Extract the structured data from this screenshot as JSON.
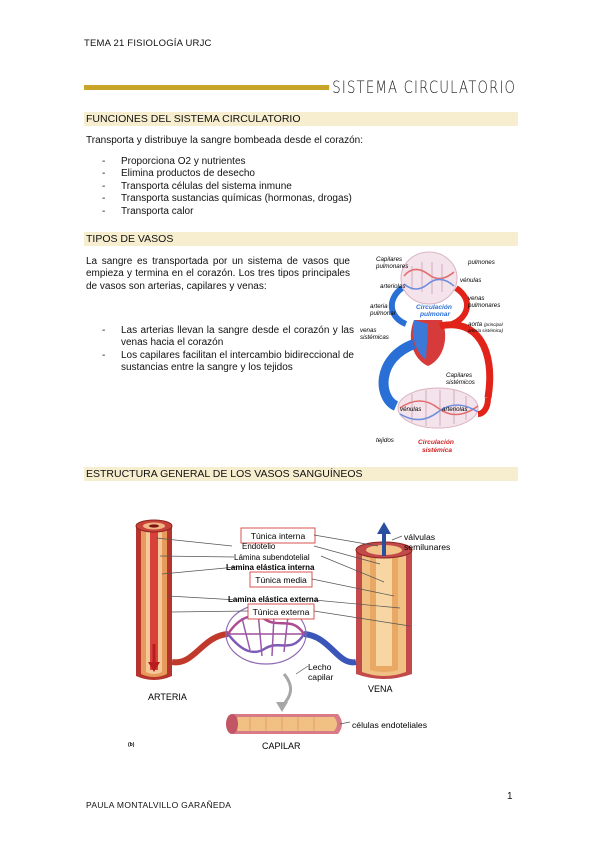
{
  "header": {
    "course": "TEMA 21 FISIOLOGÍA URJC"
  },
  "title": "SISTEMA CIRCULATORIO",
  "sections": {
    "funciones": {
      "heading": "FUNCIONES DEL SISTEMA CIRCULATORIO",
      "intro": "Transporta y distribuye la sangre bombeada desde el corazón:",
      "items": [
        "Proporciona O2 y nutrientes",
        "Elimina productos de desecho",
        "Transporta células del sistema inmune",
        "Transporta sustancias químicas (hormonas, drogas)",
        "Transporta calor"
      ]
    },
    "tipos": {
      "heading": "TIPOS DE VASOS",
      "paragraph": "La sangre es transportada por un sistema de vasos que empieza y termina en el corazón. Los tres tipos principales de vasos son arterias, capilares y venas:",
      "items": [
        "Las arterias llevan la sangre desde el corazón y las venas hacia el corazón",
        "Los capilares facilitan el intercambio bidireccional de sustancias entre la sangre y los tejidos"
      ]
    },
    "estructura": {
      "heading": "ESTRUCTURA GENERAL DE LOS VASOS SANGUÍNEOS"
    }
  },
  "circ_figure": {
    "capilares_pulmonares": [
      "Capilares",
      "pulmonares"
    ],
    "pulmones": "pulmones",
    "venulas": "vénulas",
    "arteriolas_top": "arteriolas",
    "venas_pulmonares": [
      "venas",
      "pulmonares"
    ],
    "arteria_pulmonar": [
      "arteria",
      "pulmonar"
    ],
    "circ_pulmonar": [
      "Circulación",
      "pulmonar"
    ],
    "aorta": "aorta",
    "aorta_note": [
      "(principal",
      "arteria sistémica)"
    ],
    "venas_sistemicas": [
      "venas",
      "sistémicas"
    ],
    "capilares_sistemicos": [
      "Capilares",
      "sistémicos"
    ],
    "venulas_bottom": "vénulas",
    "arteriolas_bottom": "arteriolas",
    "tejidos": "tejidos",
    "circ_sistemica": [
      "Circulación",
      "sistémica"
    ],
    "colors": {
      "oxygenated": "#e2231a",
      "deoxygenated": "#2a6fd6",
      "pulmonary_label": "#2a6fd6",
      "systemic_label": "#d01f1f"
    }
  },
  "vessel_figure": {
    "tunica_interna": "Túnica interna",
    "endotelio": "Endotelio",
    "lamina_subendotelial": "Lámina subendotelial",
    "lamina_elastica_interna": "Lamina elástica interna",
    "tunica_media": "Túnica media",
    "lamina_elastica_externa": "Lamina elástica externa",
    "tunica_externa": "Túnica externa",
    "valvulas": [
      "válvulas",
      "semilunares"
    ],
    "lecho_capilar": [
      "Lecho",
      "capilar"
    ],
    "arteria": "ARTERIA",
    "vena": "VENA",
    "celulas_endoteliales": "células endoteliales",
    "capilar": "CAPILAR",
    "panel_tag": "(b)"
  },
  "footer": {
    "author": "PAULA MONTALVILLO GARAÑEDA",
    "page": "1"
  },
  "colors": {
    "accent": "#c8a429",
    "section_band": "#f7edcf"
  }
}
